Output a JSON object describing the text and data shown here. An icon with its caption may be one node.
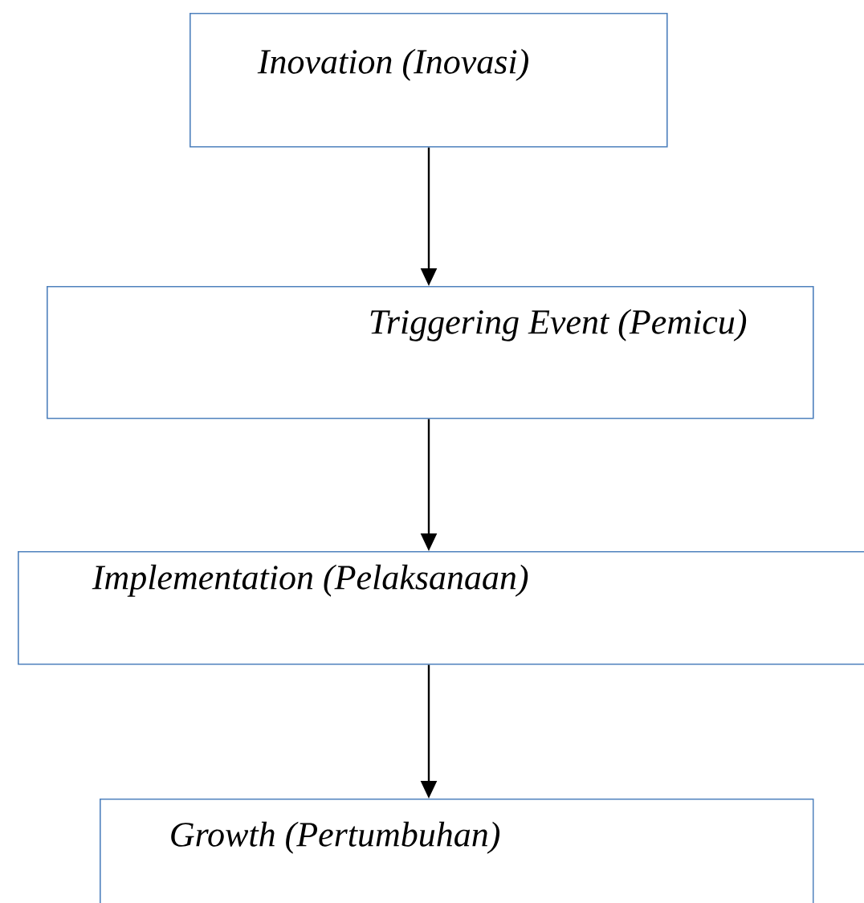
{
  "diagram": {
    "nodes": [
      {
        "text": [
          "Inovation (Inovasi)"
        ]
      },
      {
        "text": [
          "Triggering Event (Pemicu)"
        ]
      },
      {
        "text": [
          "Implementation (Pelaksanaan)"
        ]
      },
      {
        "text": [
          "Growth (Pertumbuhan)"
        ]
      }
    ],
    "edges": [
      {
        "from": 0,
        "to": 1,
        "arrow": "to"
      },
      {
        "from": 1,
        "to": 2,
        "arrow": "to"
      },
      {
        "from": 2,
        "to": 3,
        "arrow": "to"
      }
    ]
  }
}
